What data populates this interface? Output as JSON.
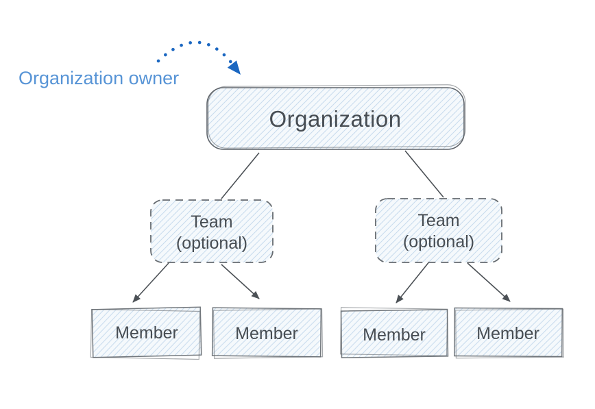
{
  "diagram": {
    "annotation": {
      "label": "Organization owner"
    },
    "nodes": {
      "organization": {
        "label": "Organization"
      },
      "team_left": {
        "line1": "Team",
        "line2": "(optional)"
      },
      "team_right": {
        "line1": "Team",
        "line2": "(optional)"
      },
      "member_1": {
        "label": "Member"
      },
      "member_2": {
        "label": "Member"
      },
      "member_3": {
        "label": "Member"
      },
      "member_4": {
        "label": "Member"
      }
    },
    "edges": [
      {
        "from": "organization",
        "to": "team_left",
        "style": "line"
      },
      {
        "from": "organization",
        "to": "team_right",
        "style": "line"
      },
      {
        "from": "team_left",
        "to": "member_1",
        "style": "arrow"
      },
      {
        "from": "team_left",
        "to": "member_2",
        "style": "arrow"
      },
      {
        "from": "team_right",
        "to": "member_3",
        "style": "arrow"
      },
      {
        "from": "team_right",
        "to": "member_4",
        "style": "arrow"
      },
      {
        "from": "annotation",
        "to": "organization",
        "style": "dotted-arrow"
      }
    ],
    "colors": {
      "background": "#ffffff",
      "label_blue": "#5794d6",
      "arrow_blue": "#1b67c1",
      "hatch_blue": "#bcd3ea",
      "node_fill_tint": "#f5f9fc",
      "border_gray": "#5f646a",
      "dashed_gray": "#666b70",
      "member_gray": "#73787d",
      "connector_gray": "#4c5156",
      "text_dark": "#474d53"
    }
  }
}
